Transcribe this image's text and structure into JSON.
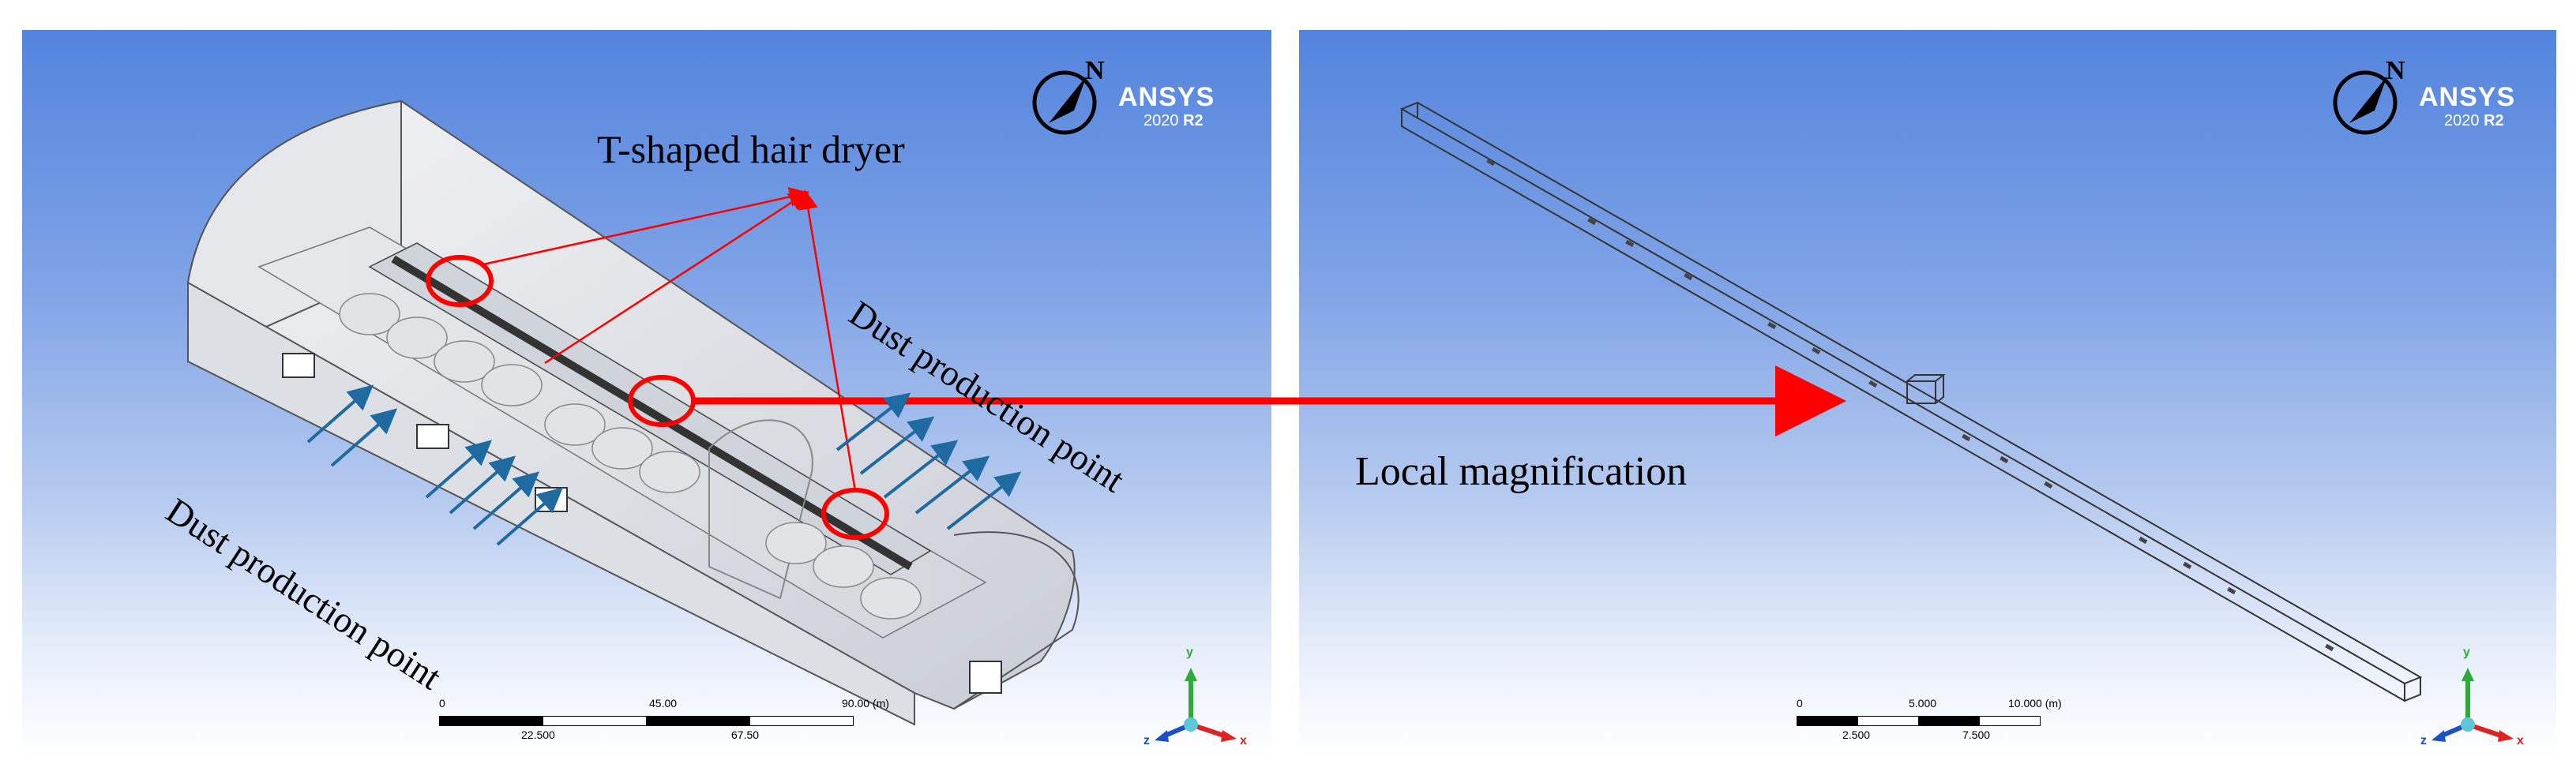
{
  "left_view": {
    "logo": {
      "brand": "ANSYS",
      "version": "2020",
      "release": "R2",
      "north": "N"
    },
    "scale_bar": {
      "top_ticks": [
        "0",
        "45.00",
        "90.00 (m)"
      ],
      "bottom_ticks": [
        "22.500",
        "67.50"
      ]
    },
    "triad": {
      "x": "x",
      "y": "y",
      "z": "z"
    }
  },
  "right_view": {
    "logo": {
      "brand": "ANSYS",
      "version": "2020",
      "release": "R2",
      "north": "N"
    },
    "scale_bar": {
      "top_ticks": [
        "0",
        "5.000",
        "10.000 (m)"
      ],
      "bottom_ticks": [
        "2.500",
        "7.500"
      ]
    },
    "triad": {
      "x": "x",
      "y": "y",
      "z": "z"
    }
  },
  "annotations": {
    "dryer_label": "T-shaped hair dryer",
    "dust_label_left": "Dust production point",
    "dust_label_right": "Dust production point",
    "magnification_label": "Local magnification"
  },
  "colors": {
    "highlight": "#ff0000",
    "flow_arrows": "#1f6aa0",
    "background_top": "#5384dd",
    "background_bottom": "#ffffff"
  }
}
